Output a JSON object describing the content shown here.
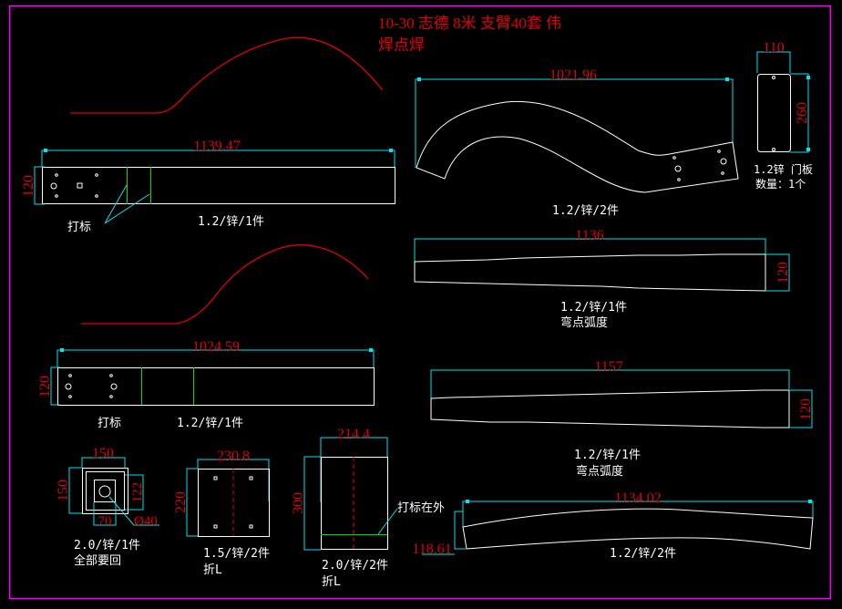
{
  "title": {
    "line1": "10-30 志德 8米 支臂40套 伟",
    "line2": "焊点焊"
  },
  "colors": {
    "background": "#000000",
    "frame": "#ff00ff",
    "dimension_text": "#e0000a",
    "dimension_line": "#00e5ee",
    "part_outline": "#ffffff",
    "mark_line": "#00e000",
    "curve": "#e0000a"
  },
  "parts": {
    "arm_top": {
      "length": "1139.47",
      "width": "120",
      "note": "1.2/锌/1件",
      "mark_label": "打标"
    },
    "curved_arm": {
      "length": "1021.96",
      "note": "1.2/锌/2件"
    },
    "door_panel": {
      "width": "110",
      "height": "260",
      "note1": "1.2锌 门板",
      "note2": "数量：1个"
    },
    "strip_1136": {
      "length": "1136",
      "width": "120",
      "note1": "1.2/锌/1件",
      "note2": "弯点弧度"
    },
    "arm_mid": {
      "length": "1024.59",
      "width": "120",
      "mark_label": "打标",
      "note": "1.2/锌/1件"
    },
    "strip_1157": {
      "length": "1157",
      "width": "120",
      "note1": "1.2/锌/1件",
      "note2": "弯点弧度"
    },
    "square_plate": {
      "outer": "150",
      "side": "150",
      "inner": "122",
      "window": "70",
      "hole": "Ø40",
      "note1": "2.0/锌/1件",
      "note2": "全部要回"
    },
    "plate_230": {
      "width": "230.8",
      "height": "220",
      "note1": "1.5/锌/2件",
      "note2": "折L"
    },
    "plate_214": {
      "width": "214.4",
      "height": "300",
      "mark_label": "打标在外",
      "note1": "2.0/锌/2件",
      "note2": "折L"
    },
    "arc_strip": {
      "length": "1134.02",
      "height": "118.61",
      "note": "1.2/锌/2件"
    }
  }
}
